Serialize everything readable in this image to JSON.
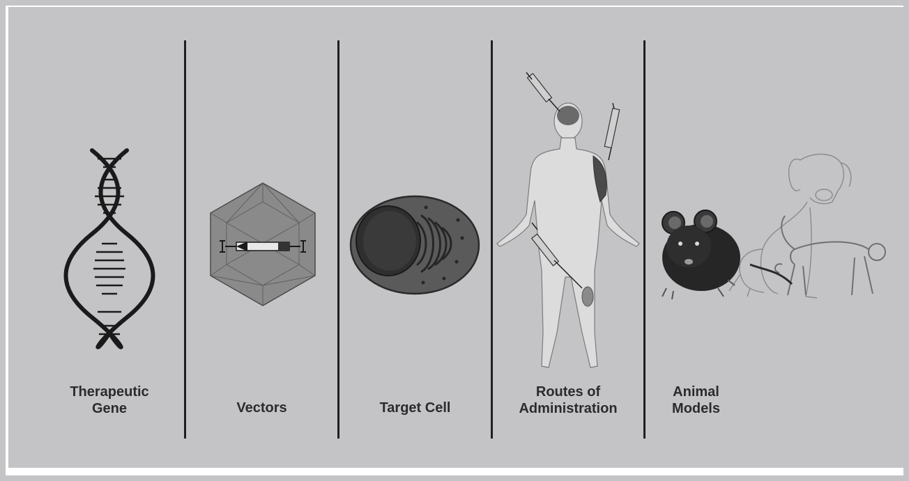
{
  "panels": [
    {
      "id": "therapeutic-gene",
      "label_lines": [
        "Therapeutic",
        "Gene"
      ]
    },
    {
      "id": "vectors",
      "label_lines": [
        "Vectors"
      ]
    },
    {
      "id": "target-cell",
      "label_lines": [
        "Target Cell"
      ]
    },
    {
      "id": "routes",
      "label_lines": [
        "Routes of",
        "Administration"
      ]
    },
    {
      "id": "animal-models",
      "label_lines": [
        "Animal",
        "Models"
      ]
    }
  ],
  "icons": [
    "dna-helix-icon",
    "viral-capsid-icon",
    "cell-icon",
    "human-body-injection-icon",
    "mouse-icon",
    "dog-icon",
    "monkey-icon"
  ],
  "colors": {
    "background": "#c4c4c6",
    "divider": "#1f1f1f",
    "label": "#2b2b2b"
  }
}
